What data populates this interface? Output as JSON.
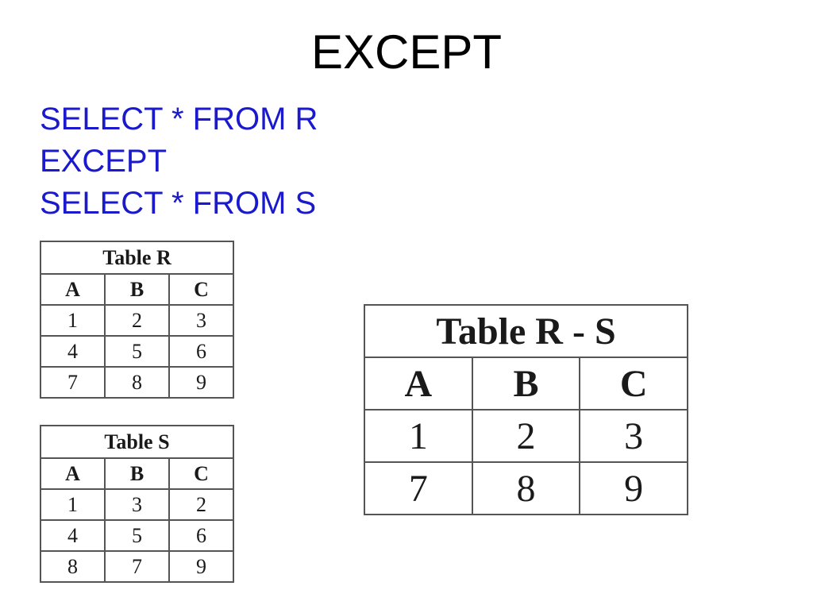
{
  "slide": {
    "title": "EXCEPT",
    "colors": {
      "title": "#000000",
      "sql_text": "#1a1acc",
      "table_border": "#555555"
    }
  },
  "sql": {
    "lines": [
      "SELECT * FROM R",
      "EXCEPT",
      "SELECT * FROM S"
    ]
  },
  "table_r": {
    "caption": "Table R",
    "headers": [
      "A",
      "B",
      "C"
    ],
    "rows": [
      [
        "1",
        "2",
        "3"
      ],
      [
        "4",
        "5",
        "6"
      ],
      [
        "7",
        "8",
        "9"
      ]
    ]
  },
  "table_s": {
    "caption": "Table S",
    "headers": [
      "A",
      "B",
      "C"
    ],
    "rows": [
      [
        "1",
        "3",
        "2"
      ],
      [
        "4",
        "5",
        "6"
      ],
      [
        "8",
        "7",
        "9"
      ]
    ]
  },
  "table_result": {
    "caption": "Table R - S",
    "headers": [
      "A",
      "B",
      "C"
    ],
    "rows": [
      [
        "1",
        "2",
        "3"
      ],
      [
        "7",
        "8",
        "9"
      ]
    ]
  }
}
